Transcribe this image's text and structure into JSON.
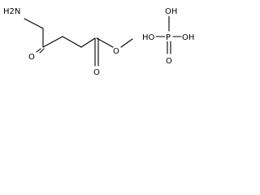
{
  "molecules": [
    {
      "atoms": {
        "amine": "H2N",
        "ketone_oxygen": "O",
        "ester_carbonyl_oxygen": "O",
        "ester_oxygen": "O"
      }
    },
    {
      "atoms": {
        "hydroxyl_left": "HO",
        "hydroxyl_right": "OH",
        "hydroxyl_top": "OH",
        "phosphorus": "P",
        "oxo_oxygen": "O"
      }
    }
  ]
}
